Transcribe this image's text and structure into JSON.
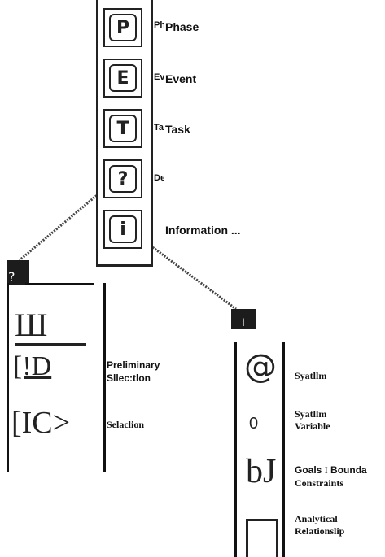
{
  "palette": {
    "tools": [
      {
        "icon_name": "phase-icon",
        "glyph": "P",
        "cut_label": "Ph",
        "label": "Phase"
      },
      {
        "icon_name": "event-icon",
        "glyph": "E",
        "cut_label": "Ev",
        "label": "Event"
      },
      {
        "icon_name": "task-icon",
        "glyph": "T",
        "cut_label": "Ta",
        "label": "Task"
      },
      {
        "icon_name": "decision-icon",
        "glyph": "?",
        "cut_label": "De",
        "label": ""
      },
      {
        "icon_name": "information-icon",
        "glyph": "i",
        "cut_label": "",
        "label": "Information ..."
      }
    ]
  },
  "decision_panel": {
    "badge": "?",
    "items": [
      {
        "glyph": "Ш",
        "label": ""
      },
      {
        "glyph": "[!D",
        "label": "Preliminary Sllec:tlon"
      },
      {
        "glyph": "[IC>",
        "label": "Selaclion"
      }
    ]
  },
  "information_panel": {
    "badge": "i",
    "items": [
      {
        "glyph": "@",
        "label": "Syatllm"
      },
      {
        "glyph": "0",
        "label": "Syatllm Variable"
      },
      {
        "glyph": "bJ",
        "label_prefix": "Goals",
        "label_sep": "I",
        "label_suffix": "Bounda",
        "label_line2": "Constraints"
      },
      {
        "glyph": "",
        "label": "Analytical Relationslip"
      }
    ]
  }
}
